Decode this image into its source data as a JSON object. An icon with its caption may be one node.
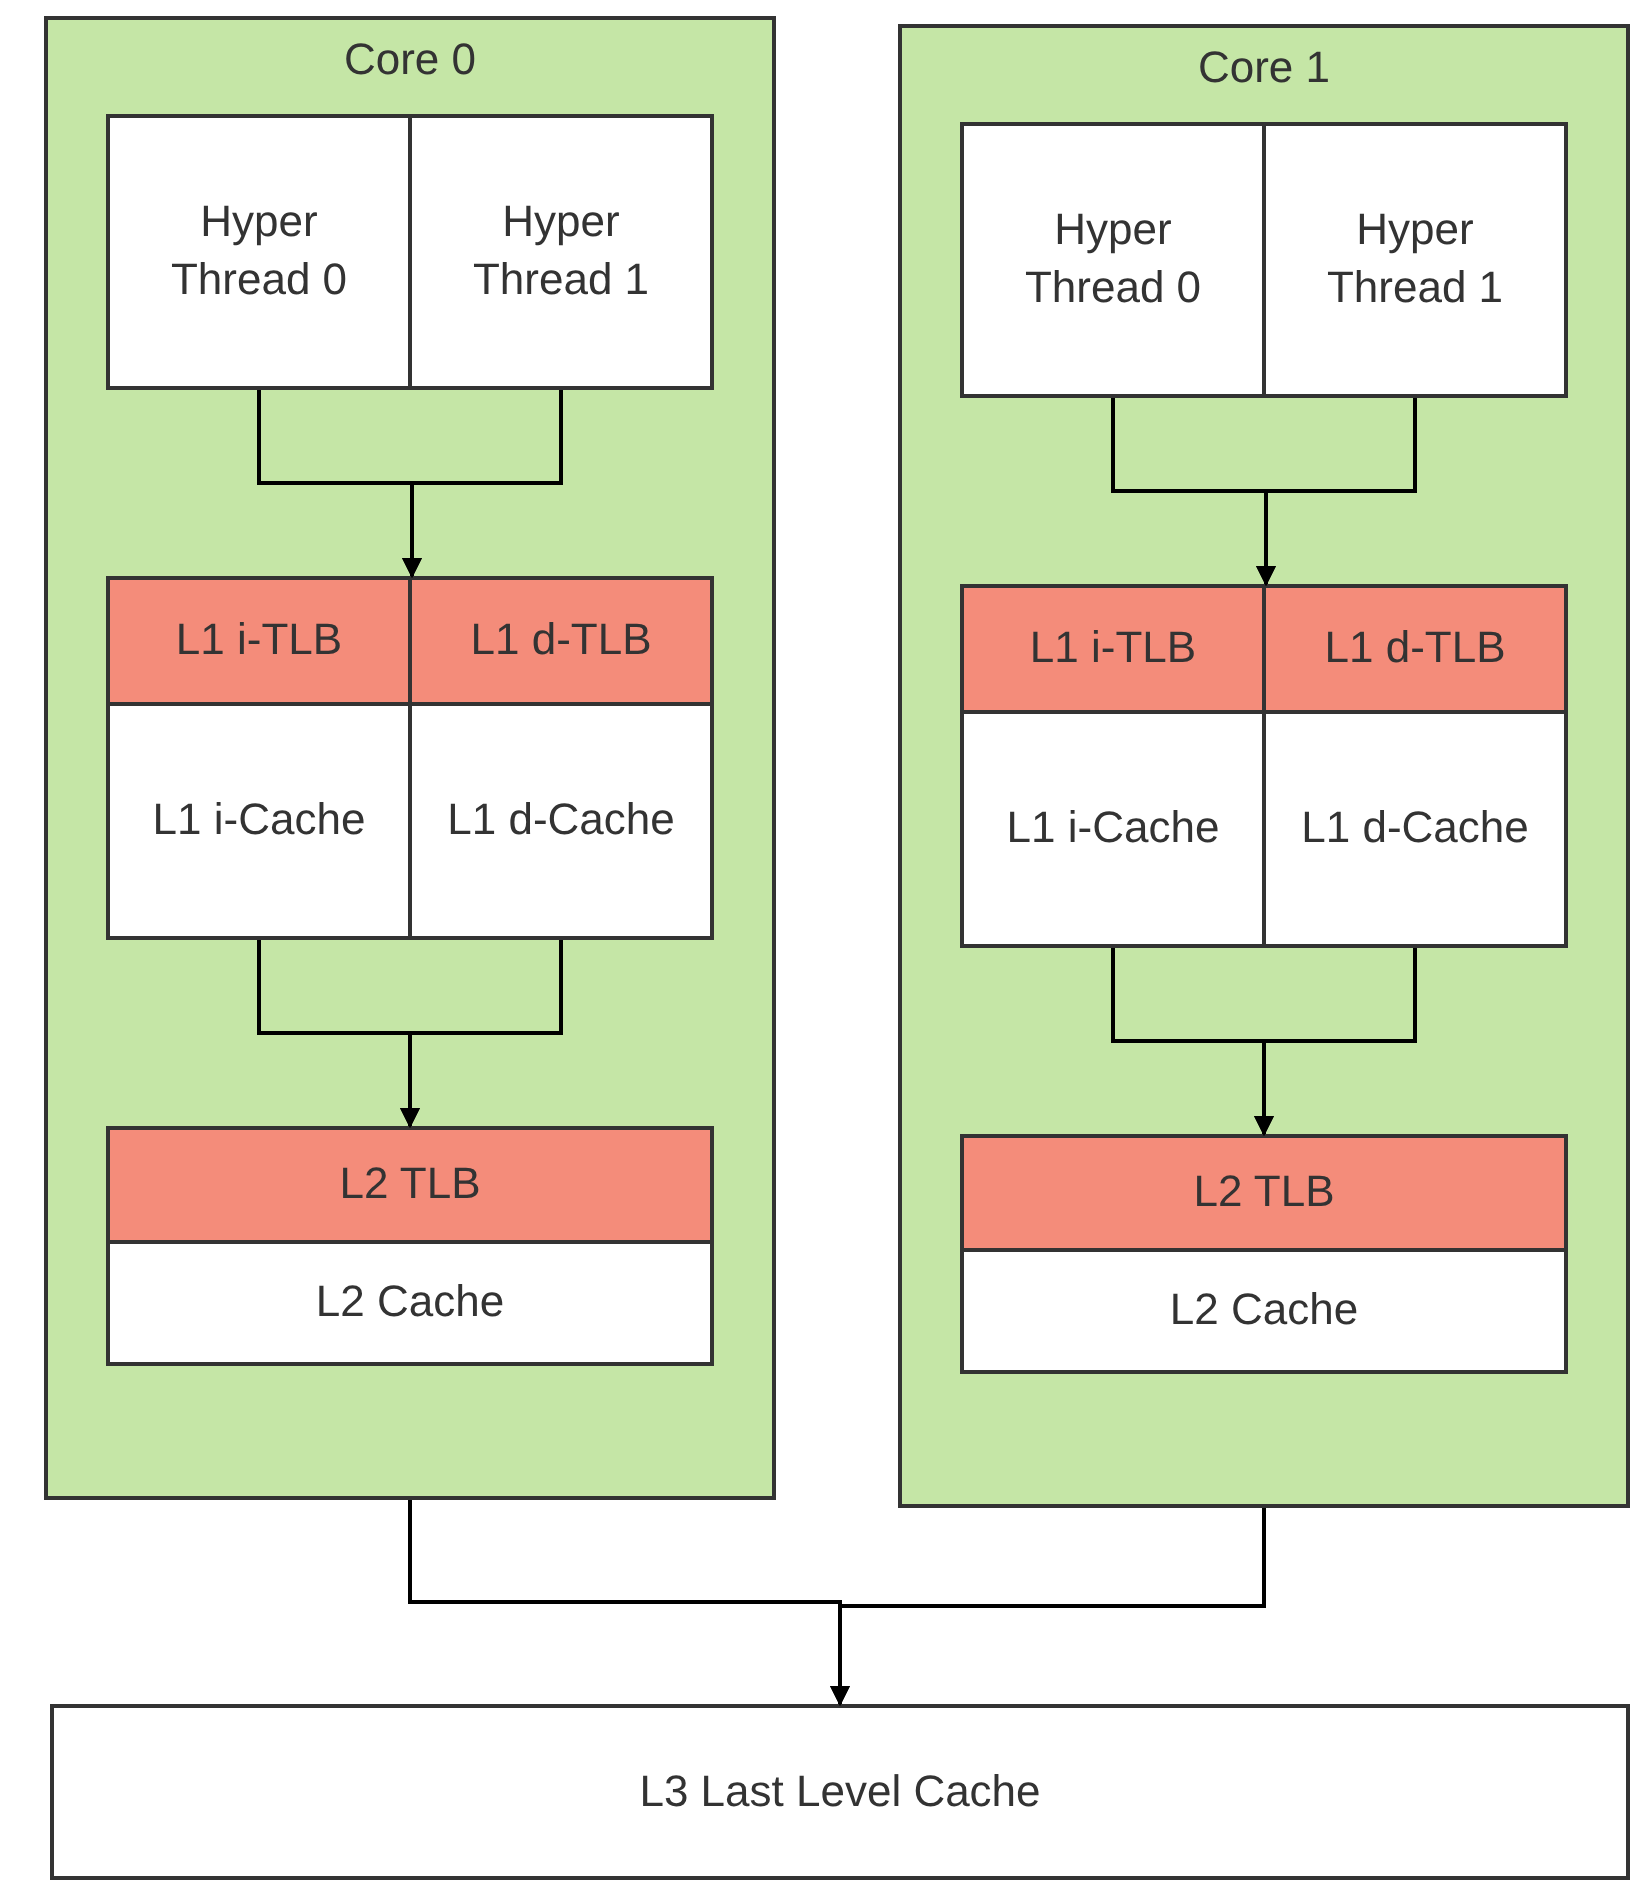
{
  "diagram": {
    "nodes": [
      {
        "text": [
          "Core 0"
        ]
      },
      {
        "text": [
          "Hyper Thread 0"
        ],
        "in": 0
      },
      {
        "text": [
          "Hyper Thread 1"
        ],
        "in": 0
      },
      {
        "text": [
          "L1 i-TLB"
        ],
        "in": 0
      },
      {
        "text": [
          "L1 d-TLB"
        ],
        "in": 0
      },
      {
        "text": [
          "L1 i-Cache"
        ],
        "in": 0
      },
      {
        "text": [
          "L1 d-Cache"
        ],
        "in": 0
      },
      {
        "text": [
          "L2 TLB"
        ],
        "in": 0
      },
      {
        "text": [
          "L2 Cache"
        ],
        "in": 0
      },
      {
        "text": [
          "Core 1"
        ]
      },
      {
        "text": [
          "Hyper Thread 0"
        ],
        "in": 9
      },
      {
        "text": [
          "Hyper Thread 1"
        ],
        "in": 9
      },
      {
        "text": [
          "L1 i-TLB"
        ],
        "in": 9
      },
      {
        "text": [
          "L1 d-TLB"
        ],
        "in": 9
      },
      {
        "text": [
          "L1 i-Cache"
        ],
        "in": 9
      },
      {
        "text": [
          "L1 d-Cache"
        ],
        "in": 9
      },
      {
        "text": [
          "L2 TLB"
        ],
        "in": 9
      },
      {
        "text": [
          "L2 Cache"
        ],
        "in": 9
      },
      {
        "text": [
          "L3 Last Level Cache"
        ]
      }
    ],
    "edges": [
      {
        "from": 1,
        "to": 3,
        "arrow": "to"
      },
      {
        "from": 2,
        "to": 3,
        "arrow": "to"
      },
      {
        "from": 5,
        "to": 7,
        "arrow": "to"
      },
      {
        "from": 6,
        "to": 7,
        "arrow": "to"
      },
      {
        "from": 10,
        "to": 12,
        "arrow": "to"
      },
      {
        "from": 11,
        "to": 12,
        "arrow": "to"
      },
      {
        "from": 14,
        "to": 16,
        "arrow": "to"
      },
      {
        "from": 15,
        "to": 16,
        "arrow": "to"
      },
      {
        "from": 0,
        "to": 18,
        "arrow": "to"
      },
      {
        "from": 9,
        "to": 18,
        "arrow": "to"
      }
    ]
  }
}
